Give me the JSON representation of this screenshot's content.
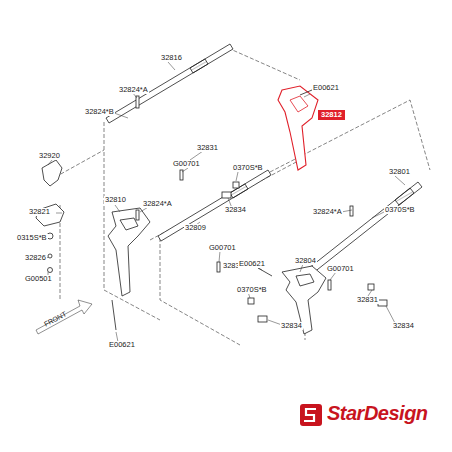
{
  "diagram": {
    "labels": [
      "32816",
      "32824*A",
      "32824*B",
      "32920",
      "32831",
      "G00701",
      "0370S*B",
      "32834",
      "32821",
      "0315S*B",
      "32826",
      "G00501",
      "FRONT",
      "32810",
      "32824*A",
      "32809",
      "G00701",
      "32831",
      "0370S*B",
      "32834",
      "E00621",
      "32804",
      "32824*A",
      "32801",
      "0370S*B",
      "G00701",
      "32831",
      "32834",
      "E00621",
      "32812",
      "E00621",
      "StarDesign"
    ]
  }
}
